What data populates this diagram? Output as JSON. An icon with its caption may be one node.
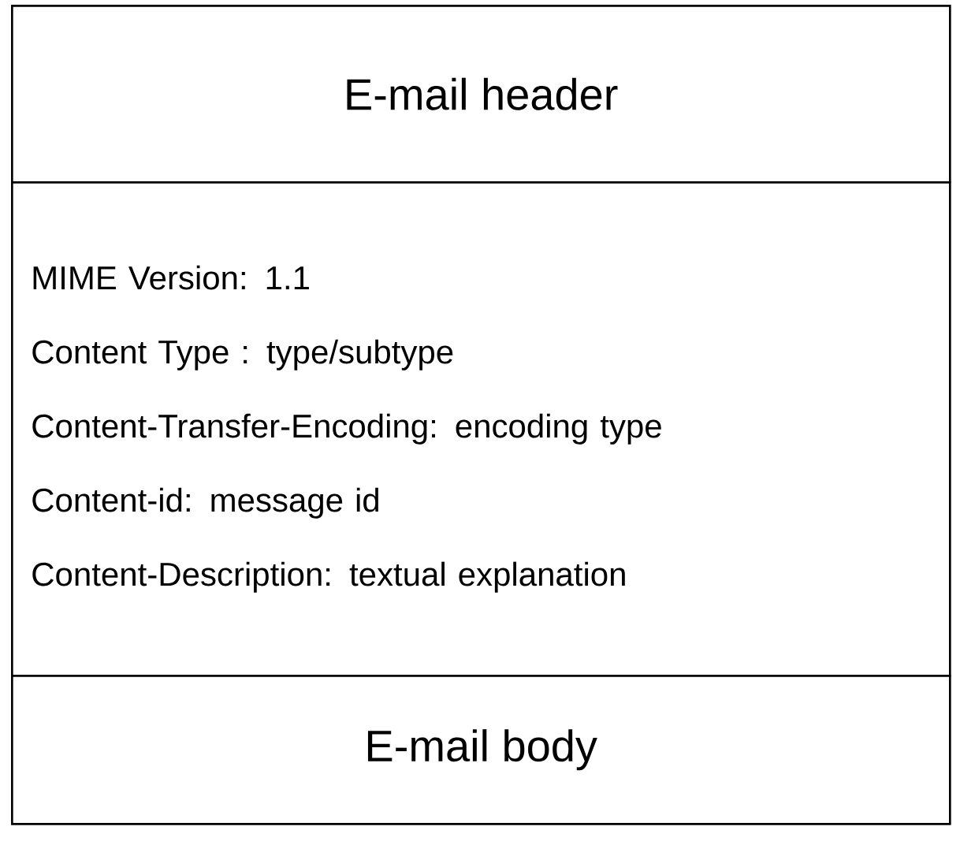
{
  "diagram": {
    "nodes": [
      {
        "text": [],
        "shape": "box"
      },
      {
        "text": [
          "E-mail header"
        ],
        "in": 0
      },
      {
        "text": [
          "MIME Version: 1.1",
          "Content Type : type/subtype",
          "Content-Transfer-Encoding: encoding type",
          "Content-id: message id",
          "Content-Description: textual explanation"
        ],
        "in": 0
      },
      {
        "text": [
          "E-mail body"
        ],
        "in": 0
      }
    ]
  }
}
